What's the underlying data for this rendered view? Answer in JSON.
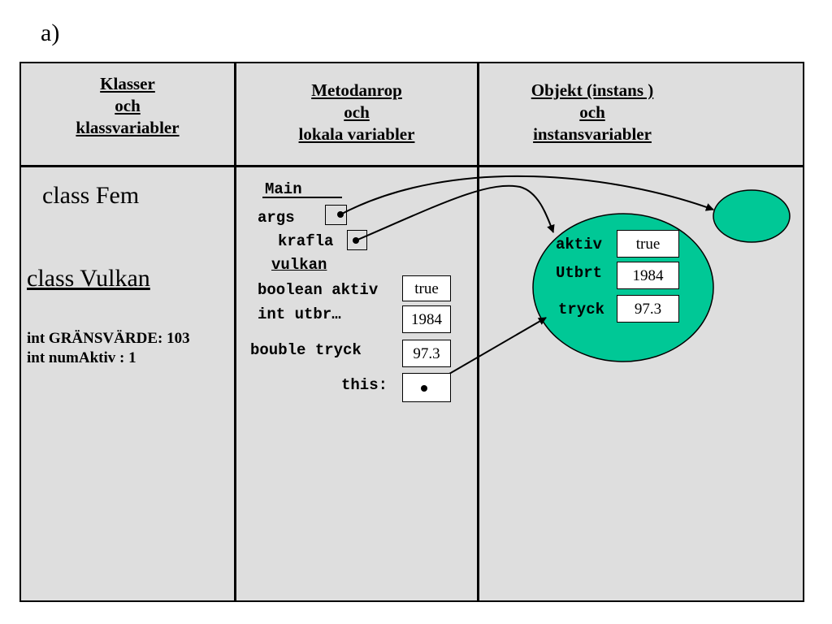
{
  "label": "a)",
  "headers": {
    "col1": [
      "Klasser",
      "och",
      "klassvariabler"
    ],
    "col2": [
      "Metodanrop",
      "och",
      "lokala variabler"
    ],
    "col3": [
      "Objekt (instans )",
      "och",
      "instansvariabler"
    ]
  },
  "classes": {
    "fem": "class Fem",
    "vulkan": "class Vulkan",
    "var1": "int GRÄNSVÄRDE: 103",
    "var2": "int numAktiv : 1"
  },
  "stack": {
    "main": "Main",
    "args": "args",
    "krafla": "krafla",
    "vulkan": "vulkan",
    "aktiv_label": "boolean aktiv",
    "aktiv_value": "true",
    "utbr_label": "int utbr…",
    "utbr_value": "1984",
    "tryck_label": "bouble tryck",
    "tryck_value": "97.3",
    "this_label": "this:"
  },
  "object": {
    "aktiv_label": "aktiv",
    "aktiv_value": "true",
    "utbrt_label": "Utbrt",
    "utbrt_value": "1984",
    "tryck_label": "tryck",
    "tryck_value": "97.3"
  },
  "colors": {
    "object_fill": "#00c896",
    "background": "#dedede"
  }
}
